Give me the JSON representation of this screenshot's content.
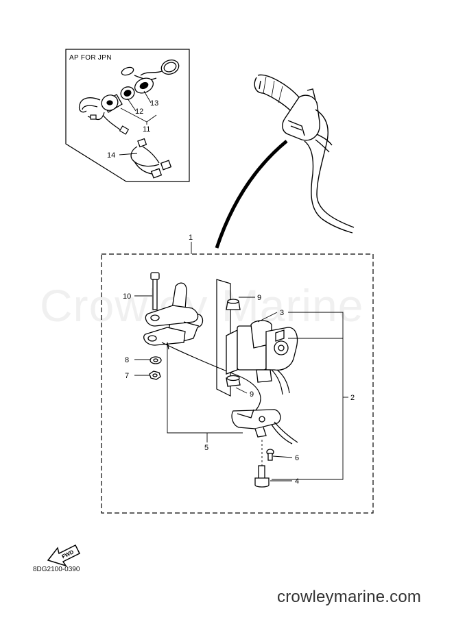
{
  "inset": {
    "title": "AP  FOR JPN",
    "callouts": [
      "13",
      "12",
      "11",
      "14"
    ]
  },
  "callouts": {
    "c1": "1",
    "c2": "2",
    "c3": "3",
    "c4": "4",
    "c5": "5",
    "c6": "6",
    "c7": "7",
    "c8": "8",
    "c9a": "9",
    "c9b": "9",
    "c10": "10"
  },
  "fwd_label": "FWD",
  "part_code": "8DG2100-0390",
  "watermark": "Crowley Marine",
  "website": "crowleymarine.com"
}
